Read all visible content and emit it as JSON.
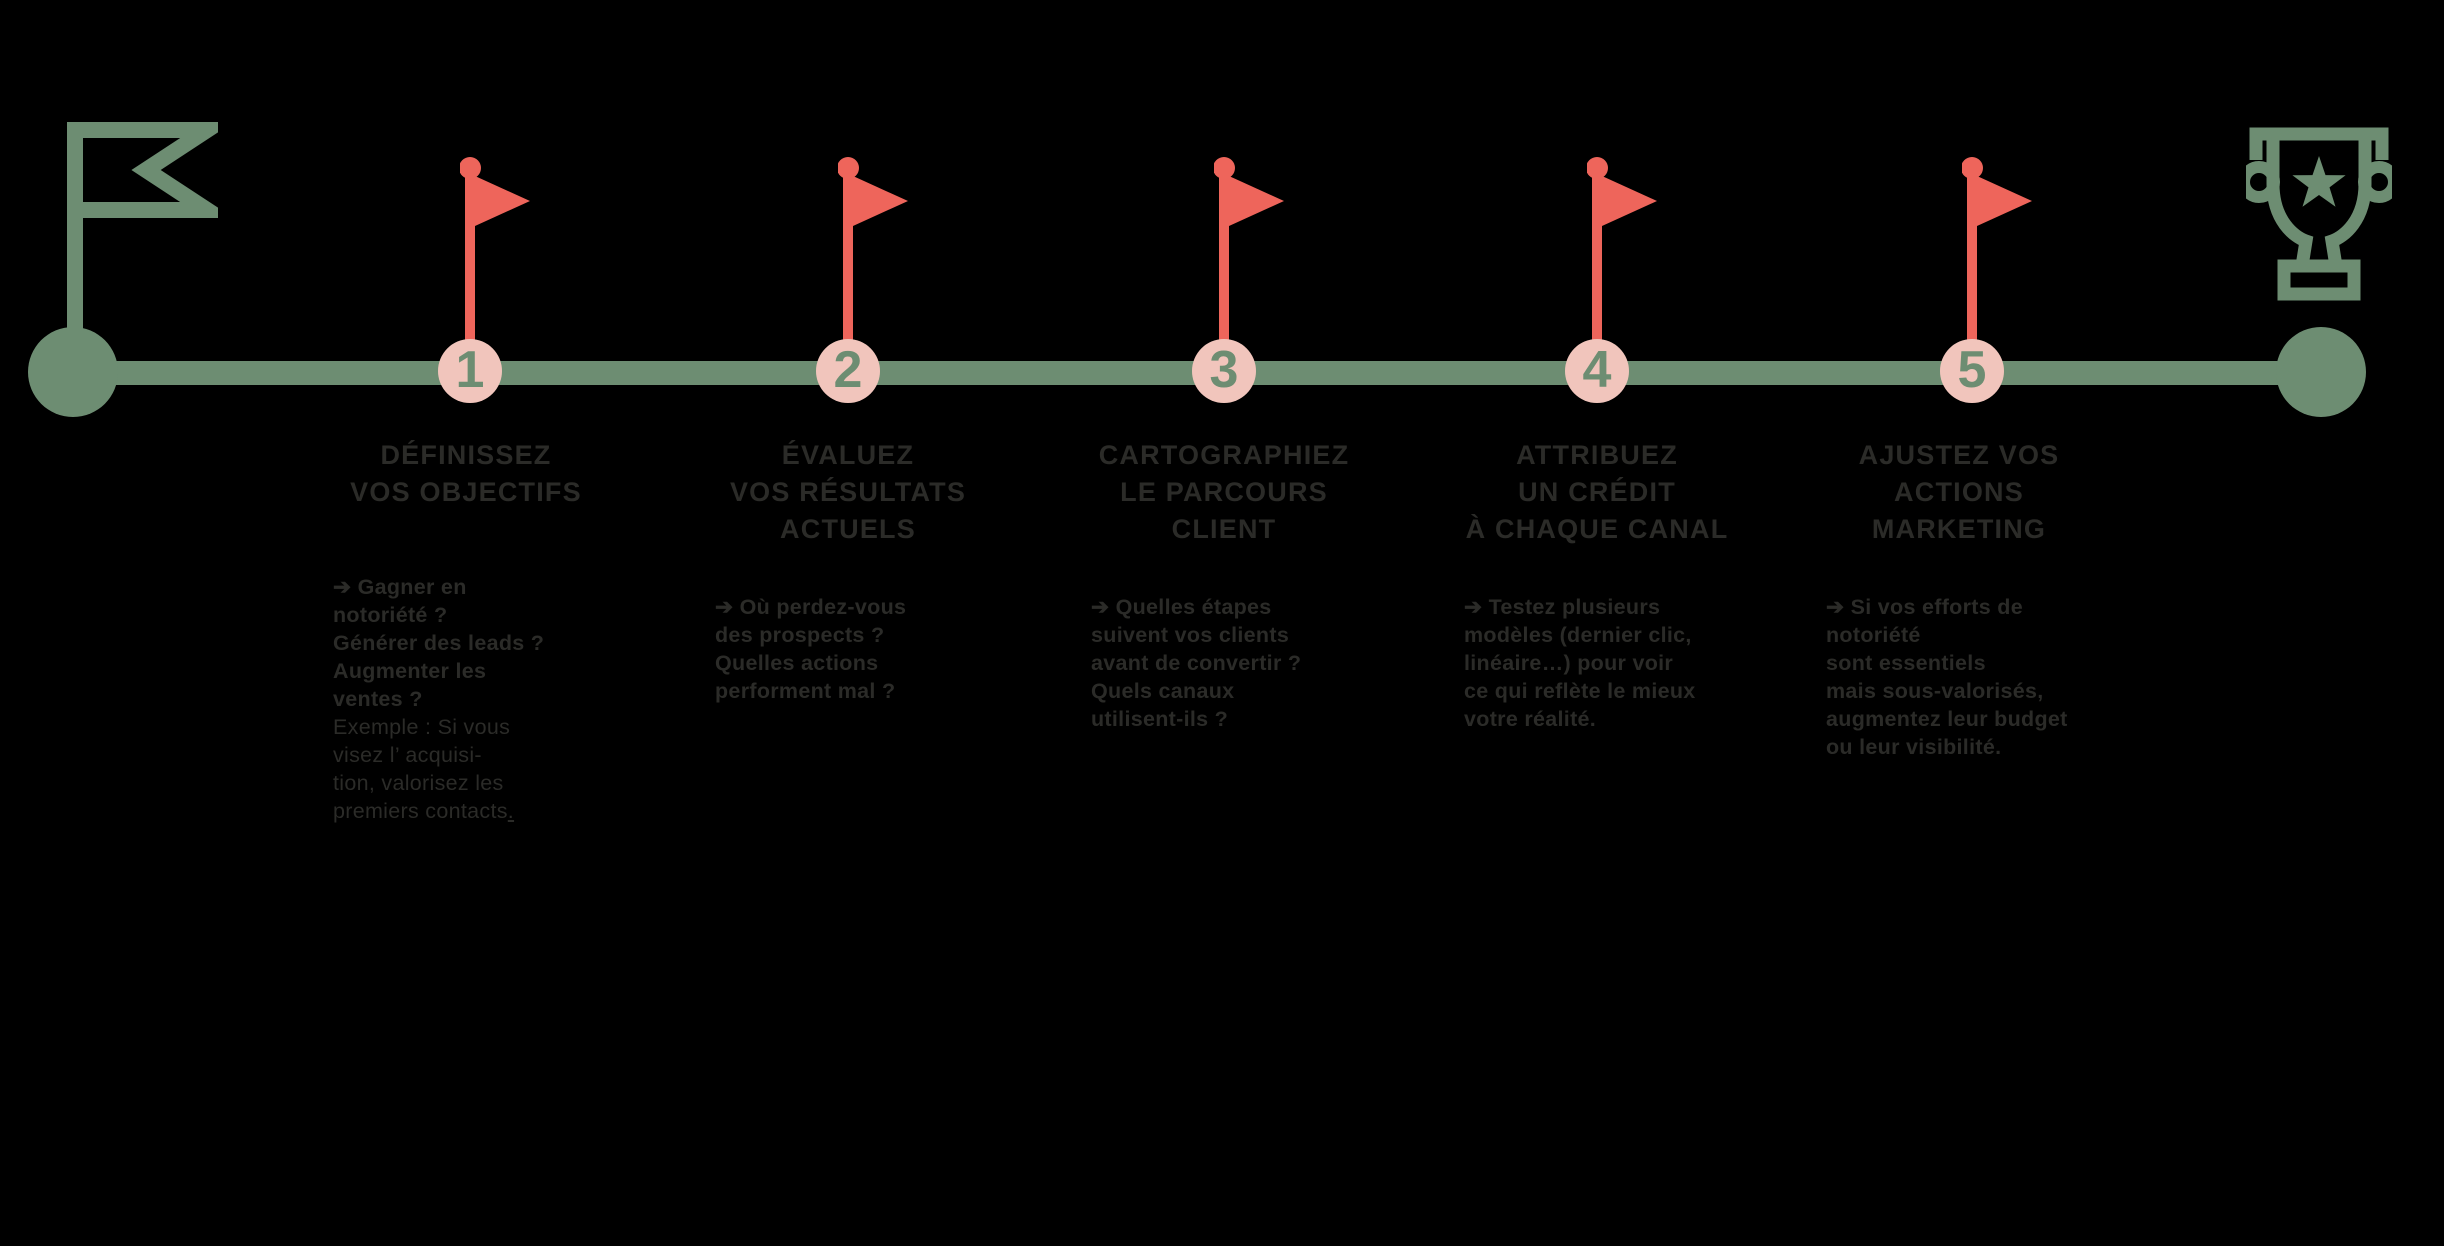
{
  "colors": {
    "background": "#000000",
    "green": "#6D8D72",
    "coral": "#EE655B",
    "pink": "#F1C5BC",
    "text": "#2B2B28"
  },
  "timeline": {
    "start_icon": "start-flag-icon",
    "finish_icon": "trophy-icon",
    "milestone_icon": "milestone-flag-icon"
  },
  "steps": [
    {
      "number": "1",
      "title": "DÉFINISSEZ\nVOS OBJECTIFS",
      "body": "➔ Gagner en\nnotoriété ?\nGénérer des leads ?\nAugmenter les\nventes ?",
      "note": "Exemple : Si vous\nvisez l’ acquisi-\ntion, valorisez les\npremiers contacts",
      "note_suffix": "."
    },
    {
      "number": "2",
      "title": "ÉVALUEZ\nVOS RÉSULTATS\nACTUELS",
      "body": "➔ Où perdez-vous\ndes prospects ?\nQuelles actions\nperforment mal ?"
    },
    {
      "number": "3",
      "title": "CARTOGRAPHIEZ\nLE PARCOURS\nCLIENT",
      "body": "➔ Quelles étapes\nsuivent vos clients\navant de convertir ?\nQuels canaux\nutilisent-ils ?"
    },
    {
      "number": "4",
      "title": "ATTRIBUEZ\nUN CRÉDIT\nÀ CHAQUE CANAL",
      "body": "➔ Testez plusieurs\nmodèles (dernier clic,\nlinéaire…) pour voir\nce qui reflète le mieux\nvotre réalité."
    },
    {
      "number": "5",
      "title": "AJUSTEZ VOS\nACTIONS\nMARKETING",
      "body": "➔ Si vos efforts de\nnotoriété\nsont essentiels\nmais sous-valorisés,\naugmentez leur budget\nou leur visibilité."
    }
  ]
}
